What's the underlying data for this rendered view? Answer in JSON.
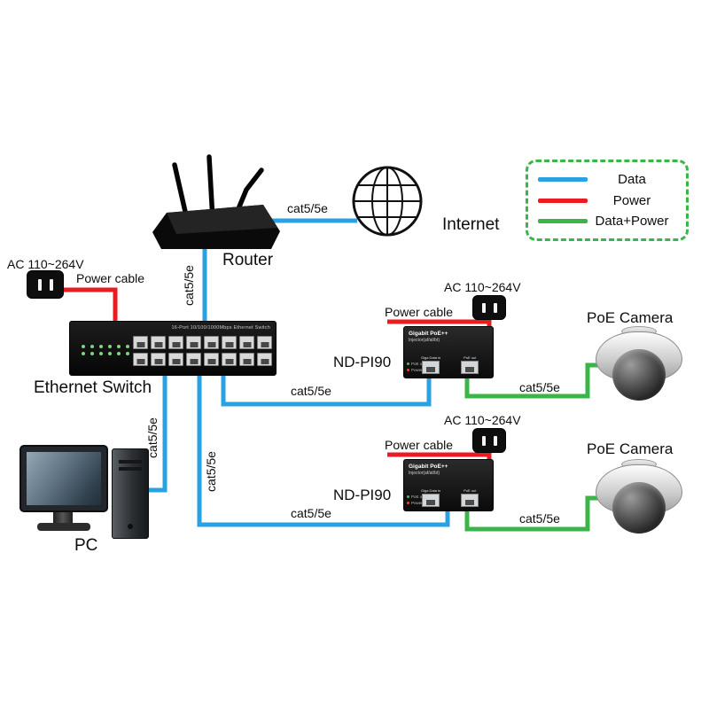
{
  "colors": {
    "c-data": "#2aa1e0",
    "c-power": "#ea1c21",
    "c-dpower": "#3bb54a"
  },
  "legend": {
    "items": [
      {
        "label": "Data"
      },
      {
        "label": "Power"
      },
      {
        "label": "Data+Power"
      }
    ]
  },
  "labels": {
    "ac_voltage": "AC 110~264V",
    "power_cable": "Power cable",
    "cat5": "cat5/5e",
    "router": "Router",
    "internet": "Internet",
    "ethernet_switch": "Ethernet Switch",
    "pc": "PC",
    "nd_pi90": "ND-PI90",
    "poe_camera": "PoE Camera"
  },
  "switch_panel": {
    "title": "16-Port 10/100/1000Mbps Ethernet Switch"
  },
  "injector_panel": {
    "line1": "Gigabit PoE++",
    "line2": "Injector(af/at/bt)",
    "led1": "PoE on",
    "led2": "Power",
    "port1": "Giga Data in",
    "port2": "PoE out"
  }
}
